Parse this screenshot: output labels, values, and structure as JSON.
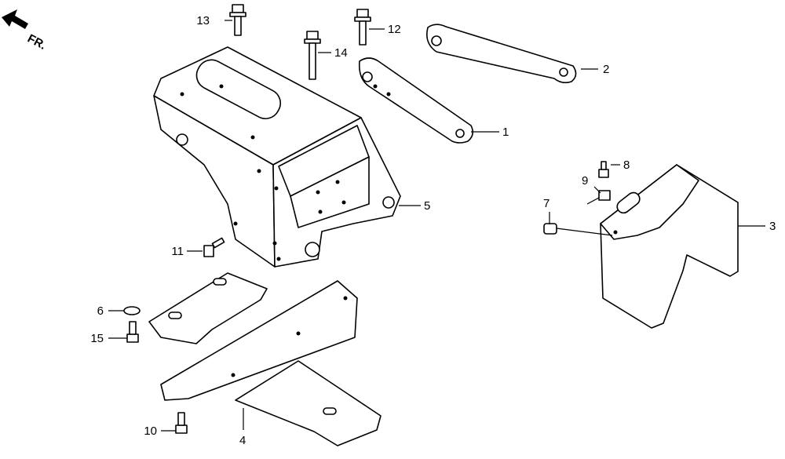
{
  "orientation": {
    "label": "FR.",
    "icon": "front-direction-arrow-icon"
  },
  "callouts": {
    "p1": "1",
    "p2": "2",
    "p3": "3",
    "p4": "4",
    "p5": "5",
    "p6": "6",
    "p7": "7",
    "p8": "8",
    "p9": "9",
    "p10": "10",
    "p11": "11",
    "p12": "12",
    "p13": "13",
    "p14": "14",
    "p15": "15"
  }
}
